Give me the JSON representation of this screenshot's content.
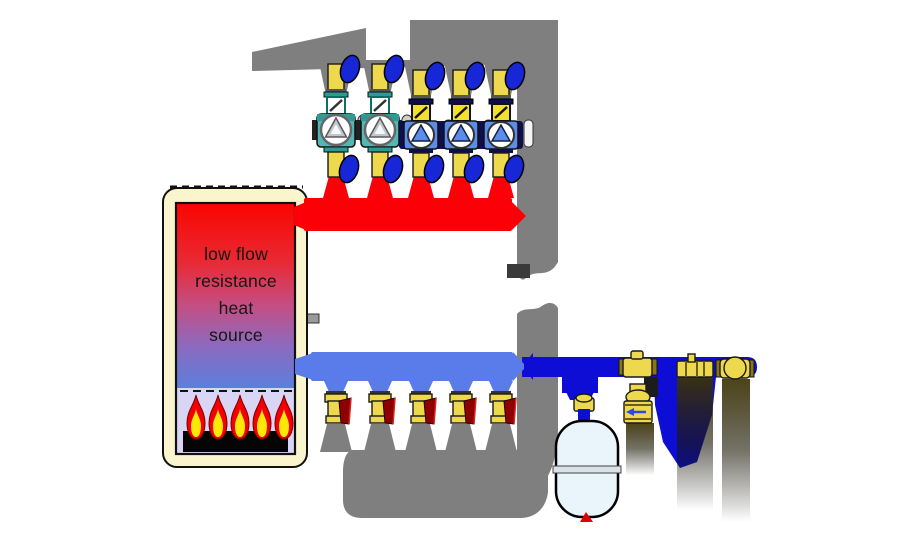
{
  "diagram": {
    "type": "hydronic-piping-schematic",
    "boiler": {
      "label_lines": [
        "low flow",
        "resistance",
        "heat",
        "source"
      ]
    },
    "palette": {
      "supply_red": "#FB0006",
      "return_blue": "#5A7CEA",
      "pipe_dark_blue": "#0D0DD6",
      "brass": "#EDD84E",
      "silhouette_gray": "#7F7F7F",
      "pump_teal": "#53B8B2",
      "pump_teal_dark": "#2F9A94",
      "pump_blue": "#5B8CEC",
      "pump_navy": "#0E0E4E",
      "handle_blue": "#1727D8",
      "handle_red": "#8E0000",
      "check_yellow": "#F2DF2E",
      "tank_fill": "#EAF4FB",
      "boiler_shell": "#FBF5CD",
      "chamber_lavender": "#D9D5F4",
      "flame_red": "#F50000",
      "flame_yellow": "#FFE70A",
      "boiler_gradient_top": "#FA0500",
      "boiler_gradient_bottom": "#5B7FDC"
    },
    "pumps": [
      {
        "style": "teal"
      },
      {
        "style": "teal"
      },
      {
        "style": "blue"
      },
      {
        "style": "blue"
      },
      {
        "style": "blue"
      }
    ],
    "return_valve_count": 5,
    "flame_count": 5
  }
}
